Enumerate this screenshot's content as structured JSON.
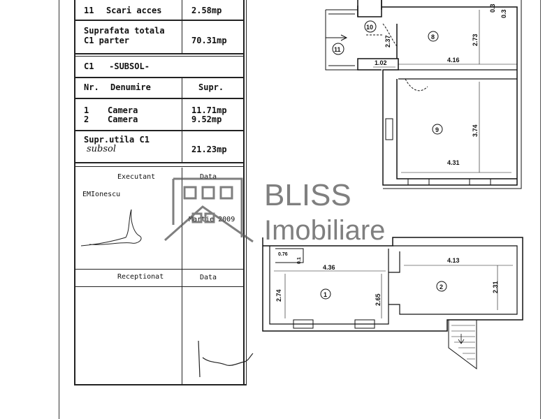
{
  "table": {
    "row_scari": {
      "nr": "11",
      "label": "Scari acces",
      "value": "2.58mp"
    },
    "total_parter": {
      "label_line1": "Suprafata totala",
      "label_line2": "C1 parter",
      "value": "70.31mp"
    },
    "subsol_header": "C1   -SUBSOL-",
    "col_headers": {
      "nr": "Nr.",
      "name": "Denumire",
      "area": "Supr."
    },
    "subsol_rows": [
      {
        "nr": "1",
        "name": "Camera",
        "value": "11.71mp"
      },
      {
        "nr": "2",
        "name": "Camera",
        "value": "9.52mp"
      }
    ],
    "supr_utila": {
      "label_line1": "Supr.utila C1",
      "label_line2": "subsol",
      "value": "21.23mp"
    },
    "executant": {
      "label": "Executant",
      "date_label": "Data",
      "name": "EMIonescu",
      "date_value": "Martie 2009"
    },
    "receptionat": {
      "label": "Receptionat",
      "date_label": "Data"
    }
  },
  "watermark": {
    "brand_line1": "BLISS",
    "brand_line2": "Imobiliare"
  },
  "plan_upper": {
    "rooms": [
      {
        "id": "8"
      },
      {
        "id": "9"
      },
      {
        "id": "10"
      },
      {
        "id": "11"
      }
    ],
    "dims": [
      "0.3",
      "0.3",
      "2.37",
      "2.73",
      "1.02",
      "4.16",
      "3.74",
      "4.31"
    ]
  },
  "plan_lower": {
    "rooms": [
      {
        "id": "1"
      },
      {
        "id": "2"
      }
    ],
    "dims": [
      "0.76",
      "0.1",
      "4.36",
      "2.74",
      "2.65",
      "4.13",
      "2.31"
    ]
  },
  "colors": {
    "ink": "#111111",
    "watermark": "#555555"
  }
}
